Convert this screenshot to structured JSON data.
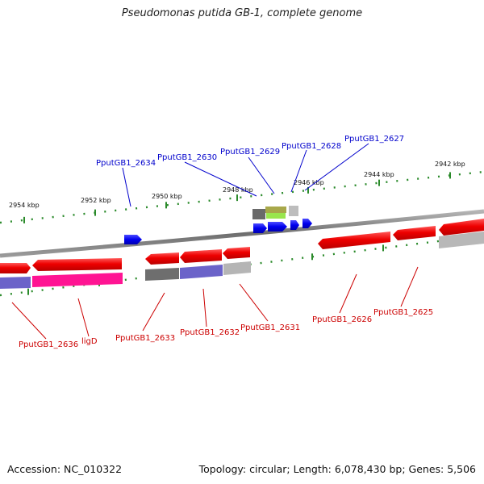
{
  "title": "Pseudomonas putida GB-1, complete genome",
  "footer": {
    "accession": "Accession: NC_010322",
    "topology": "Topology: circular; Length: 6,078,430 bp; Genes: 5,506"
  },
  "colors": {
    "forward_label": "#0000cc",
    "reverse_label": "#cc0000",
    "tick_green": "#2a8a2a",
    "backbone": "#8c8c8c"
  },
  "scale_labels": [
    "2954 kbp",
    "2952 kbp",
    "2950 kbp",
    "2948 kbp",
    "2946 kbp",
    "2944 kbp",
    "2942 kbp"
  ],
  "forward_labels": [
    "PputGB1_2634",
    "PputGB1_2630",
    "PputGB1_2629",
    "PputGB1_2628",
    "PputGB1_2627"
  ],
  "reverse_labels": [
    "PputGB1_2636",
    "ligD",
    "PputGB1_2633",
    "PputGB1_2632",
    "PputGB1_2631",
    "PputGB1_2626",
    "PputGB1_2625"
  ]
}
